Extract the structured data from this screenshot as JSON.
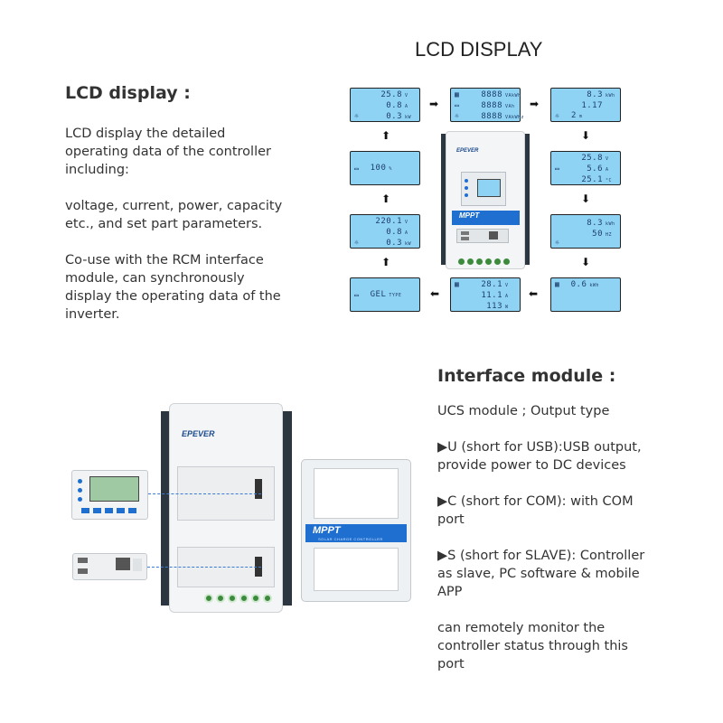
{
  "lcd_section": {
    "title": "LCD DISPLAY",
    "heading": "LCD display :",
    "para1": "LCD display the detailed\noperating data of the controller\nincluding:",
    "para2": "voltage, current, power, capacity\netc., and set part parameters.",
    "para3": "Co-use with the RCM interface\nmodule, can synchronously\ndisplay the operating data of the\ninverter."
  },
  "screens": {
    "s1": {
      "r1": "25.8",
      "u1": "V",
      "r2": "0.8",
      "u2": "A",
      "r3": "0.3",
      "u3": "kW"
    },
    "s2": {
      "r1": "8888",
      "u1": "VAkWh",
      "r2": "8888",
      "u2": "VAh",
      "r3": "8888",
      "u3": "VAkWHz"
    },
    "s3": {
      "r1": "8.3",
      "u1": "kWh",
      "r2": "1.17",
      "u2": "",
      "r3": "2",
      "u3": "m"
    },
    "s4": {
      "r1": "100",
      "u1": "%"
    },
    "s5": {
      "r1": "25.8",
      "u1": "V",
      "r2": "5.6",
      "u2": "A",
      "r3": "25.1",
      "u3": "°C"
    },
    "s6": {
      "r1": "220.1",
      "u1": "V",
      "r2": "0.8",
      "u2": "A",
      "r3": "0.3",
      "u3": "kW"
    },
    "s7": {
      "r1": "8.3",
      "u1": "kWh",
      "r2": "50",
      "u2": "HZ"
    },
    "s8": {
      "r1": "GEL",
      "u1": "TYPE"
    },
    "s9": {
      "r1": "28.1",
      "u1": "V",
      "r2": "11.1",
      "u2": "A",
      "r3": "113",
      "u3": "W"
    },
    "s10": {
      "r1": "0.6",
      "u1": "kWh"
    }
  },
  "arrows": {
    "right": "➡",
    "left": "⬅",
    "up": "⬆",
    "down": "⬇"
  },
  "device": {
    "brand": "EPEVER",
    "mppt": "MPPT",
    "mppt_sub": "SOLAR CHARGE CONTROLLER"
  },
  "interface_section": {
    "heading": "Interface module :",
    "line1": "UCS module ; Output type",
    "item_u": "▶U (short for USB):USB output,\nprovide power to DC devices",
    "item_c": "▶C (short for COM): with COM\nport",
    "item_s": "▶S (short for SLAVE): Controller\nas slave, PC software & mobile\nAPP",
    "footer": "can remotely monitor the\ncontroller status through this\nport"
  },
  "colors": {
    "lcd": "#8fd3f4",
    "accent": "#1f6fd1",
    "terminal": "#3c8a3c"
  }
}
